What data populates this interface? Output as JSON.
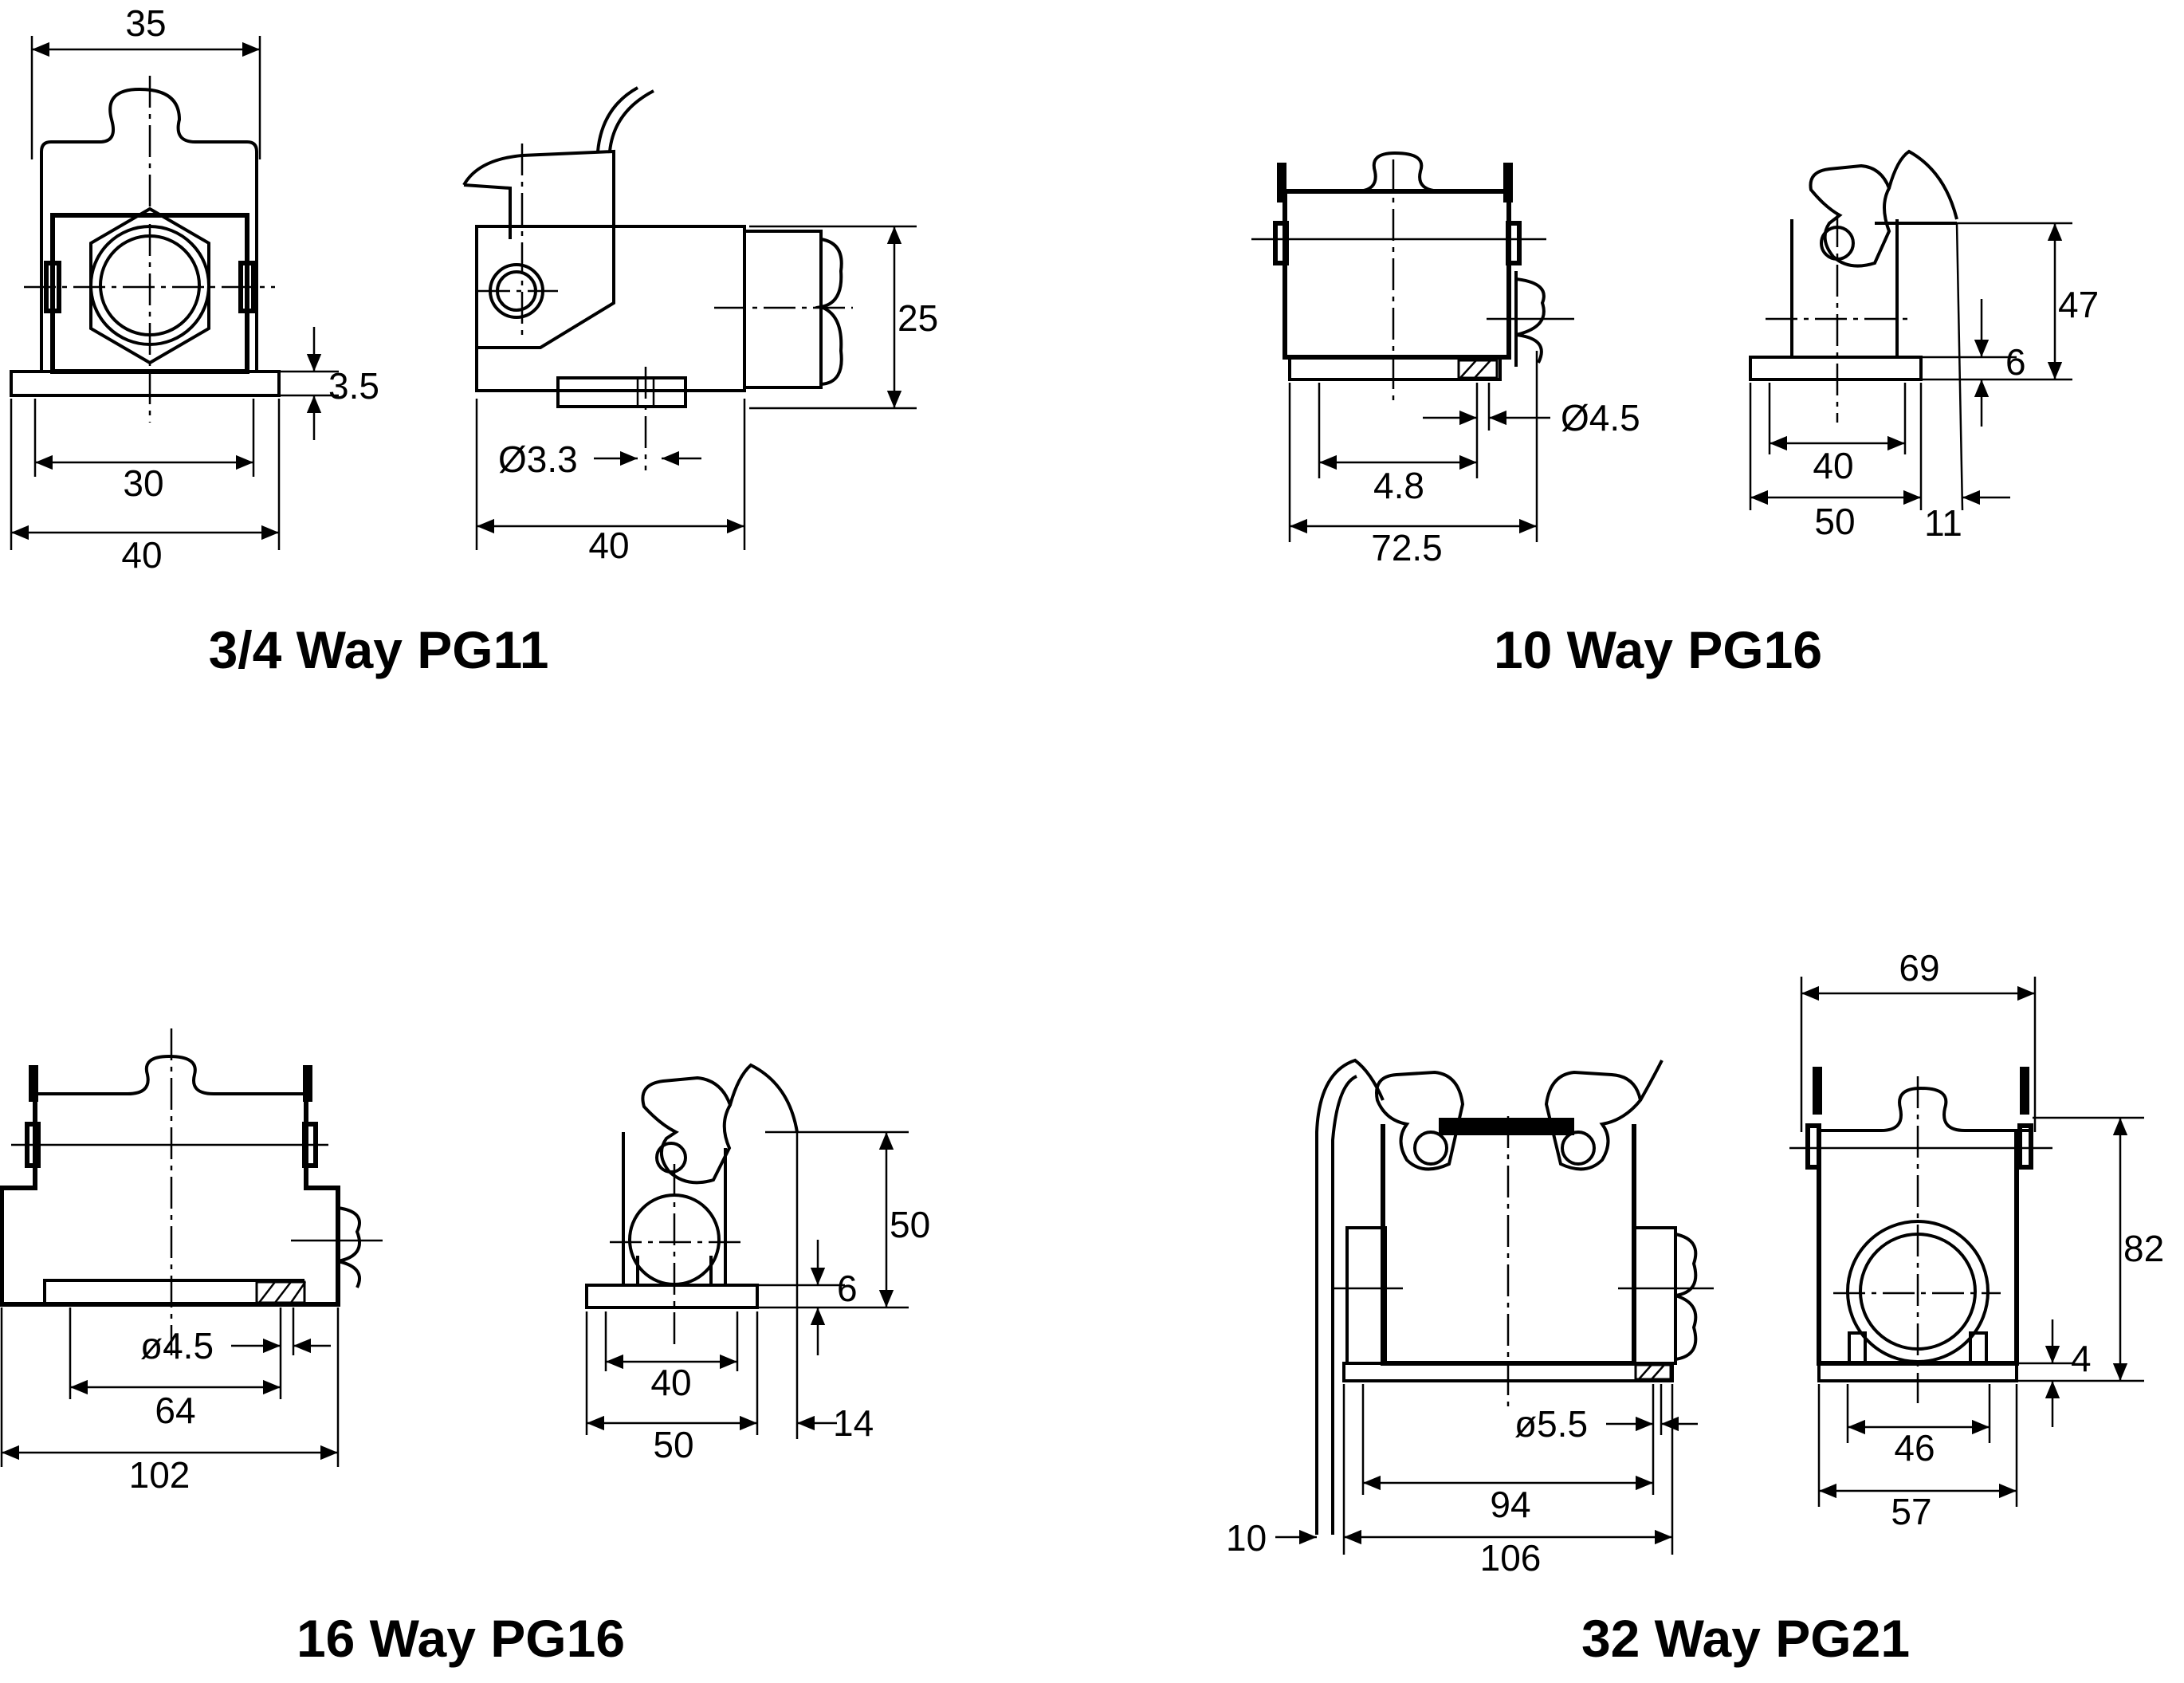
{
  "views": [
    {
      "title": "3/4 Way PG11",
      "front_dims": {
        "top_width": "35",
        "mount_thickness": "3.5",
        "hole_spacing": "30",
        "base_width": "40"
      },
      "side_dims": {
        "height": "25",
        "hole_diameter": "Ø3.3",
        "length": "40"
      }
    },
    {
      "title": "10 Way PG16",
      "front_dims": {
        "hole_diameter": "Ø4.5",
        "hole_spacing": "4.8",
        "base_width": "72.5"
      },
      "side_dims": {
        "height": "47",
        "mount_thickness": "6",
        "hole_spacing": "40",
        "base_width": "50",
        "lever_clearance": "11"
      }
    },
    {
      "title": "16 Way PG16",
      "front_dims": {
        "hole_diameter": "ø4.5",
        "hole_spacing": "64",
        "base_width": "102"
      },
      "side_dims": {
        "height": "50",
        "mount_thickness": "6",
        "hole_spacing": "40",
        "base_width": "50",
        "lever_clearance": "14"
      }
    },
    {
      "title": "32 Way PG21",
      "front_dims": {
        "hole_diameter": "ø5.5",
        "hole_spacing": "94",
        "base_width": "106",
        "lever_clearance": "10"
      },
      "side_dims": {
        "top_width": "69",
        "height": "82",
        "mount_thickness": "4",
        "hole_spacing": "46",
        "base_width": "57"
      }
    }
  ]
}
